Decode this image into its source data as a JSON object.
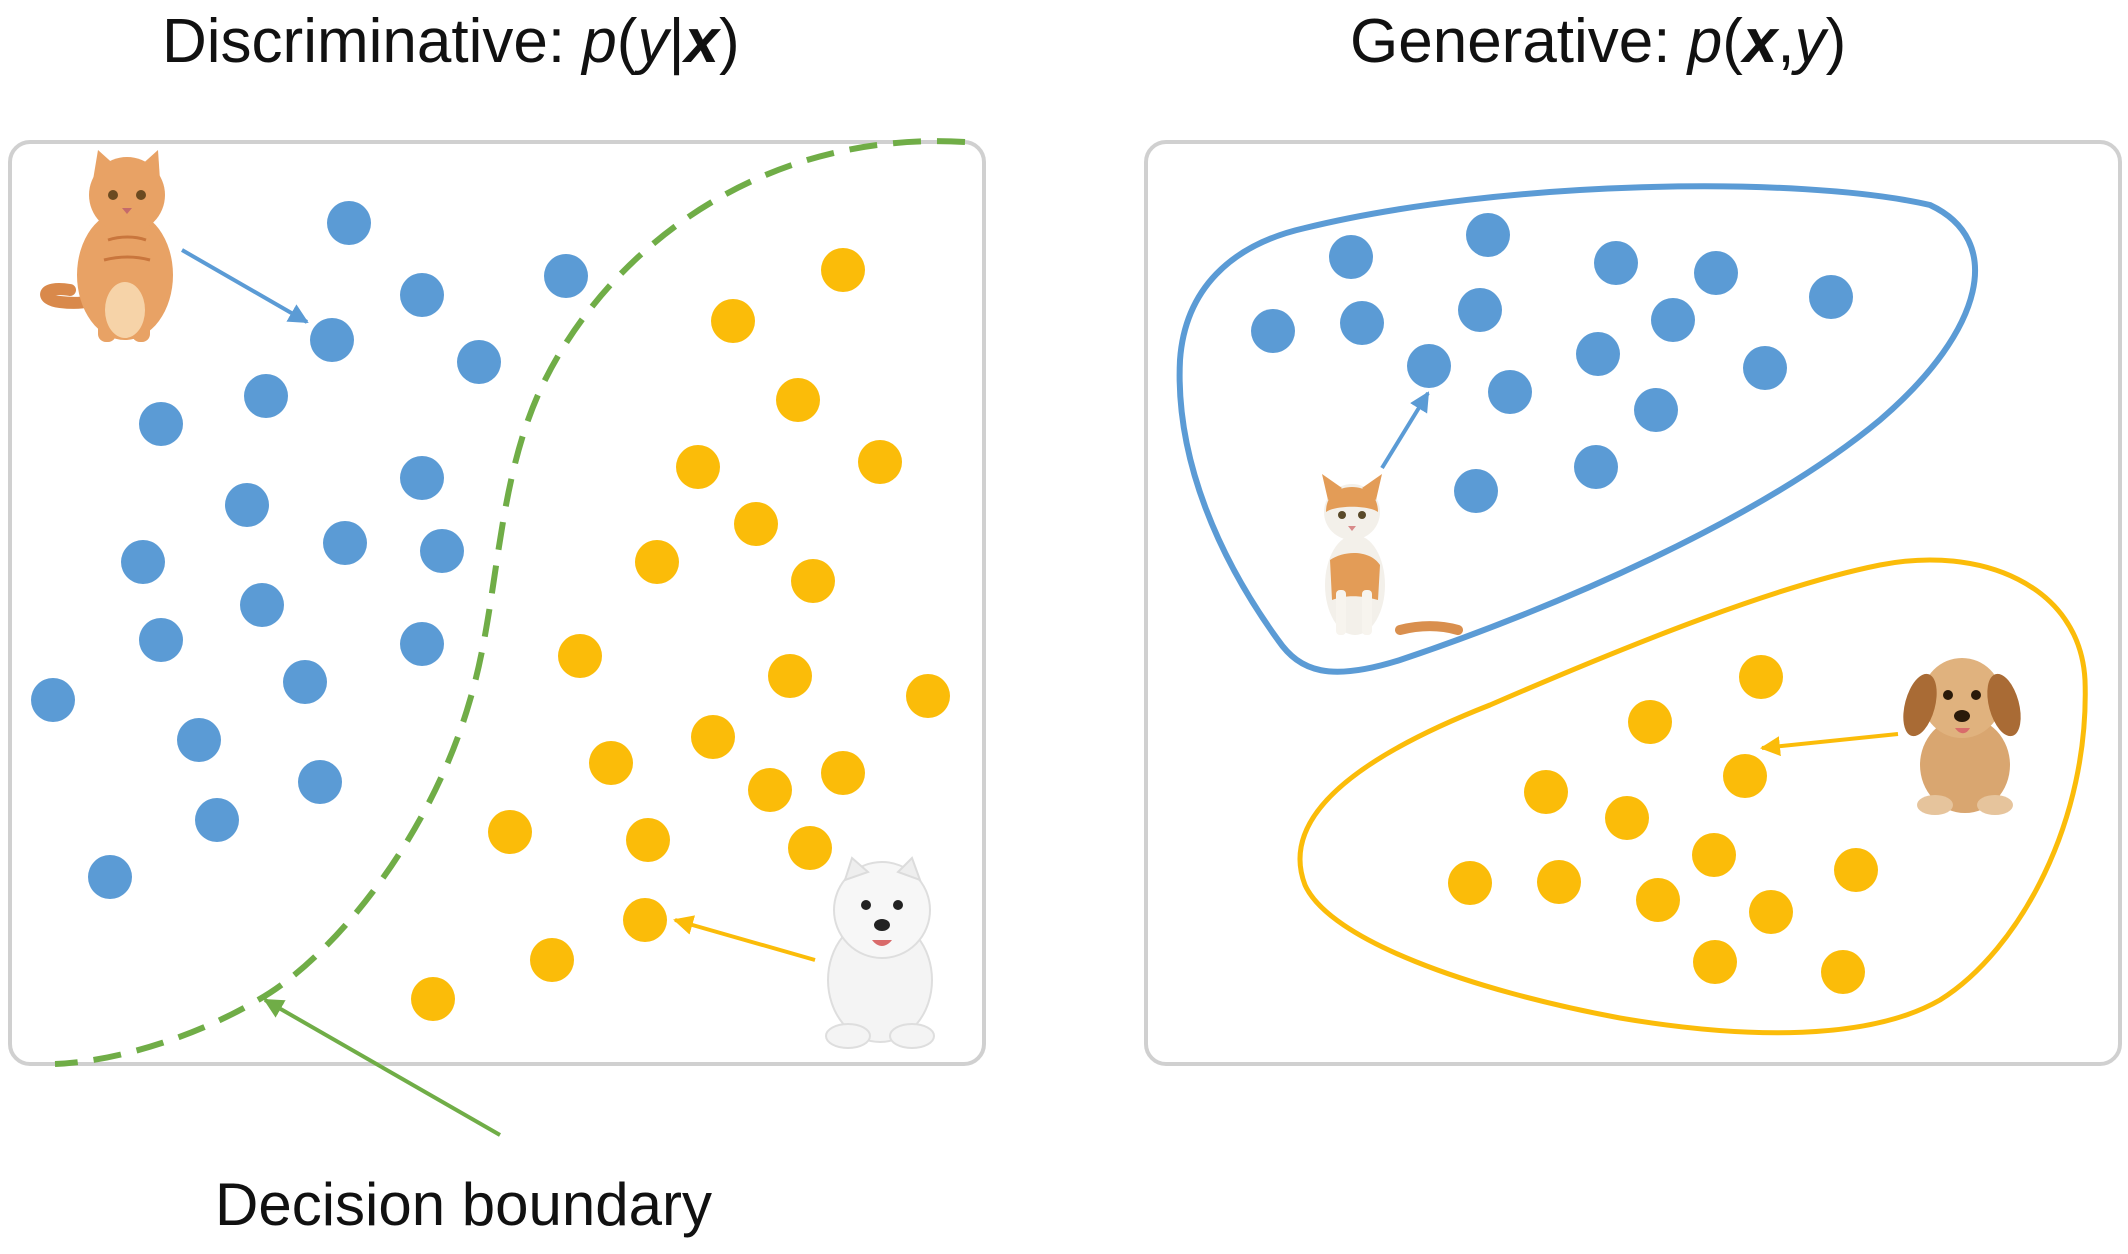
{
  "titles": {
    "discriminative_prefix": "Discriminative: ",
    "discriminative_p": "p",
    "discriminative_open": "(",
    "discriminative_y": "y",
    "discriminative_bar": "|",
    "discriminative_x": "x",
    "discriminative_close": ")",
    "generative_prefix": "Generative: ",
    "generative_p": "p",
    "generative_open": "(",
    "generative_x": "x",
    "generative_comma": ",",
    "generative_y": "y",
    "generative_close": ")"
  },
  "caption": "Decision boundary",
  "colors": {
    "cat_class": "#5b9bd5",
    "dog_class": "#fbbc09",
    "boundary": "#70ad47",
    "panel_border": "#d0d0d0",
    "cat_fur": "#e8a265",
    "dog_fur": "#f4f4f4",
    "dog2_fur": "#c98d52"
  },
  "icons": {
    "left_cat": "orange-tabby-cat-icon",
    "left_dog": "white-terrier-dog-icon",
    "right_cat": "kitten-icon",
    "right_dog": "brown-puppy-dog-icon"
  }
}
